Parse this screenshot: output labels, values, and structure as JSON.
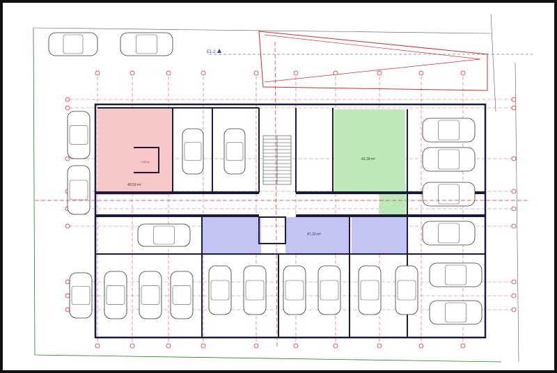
{
  "drawing": {
    "elevation_marker": "E1.2",
    "rooms": [
      {
        "name": "unit-pink",
        "area": "40,53 m²",
        "color": "#f8c8c8"
      },
      {
        "name": "unit-green",
        "area": "42,39 m²",
        "color": "#bde8b8"
      },
      {
        "name": "unit-purple",
        "area": "47,32 m²",
        "color": "#c4c4f4"
      }
    ],
    "small_room_area": "1,55 m²",
    "colors": {
      "wall": "#1a1a3a",
      "grid": "#d03030",
      "door": "#3050d0"
    }
  }
}
